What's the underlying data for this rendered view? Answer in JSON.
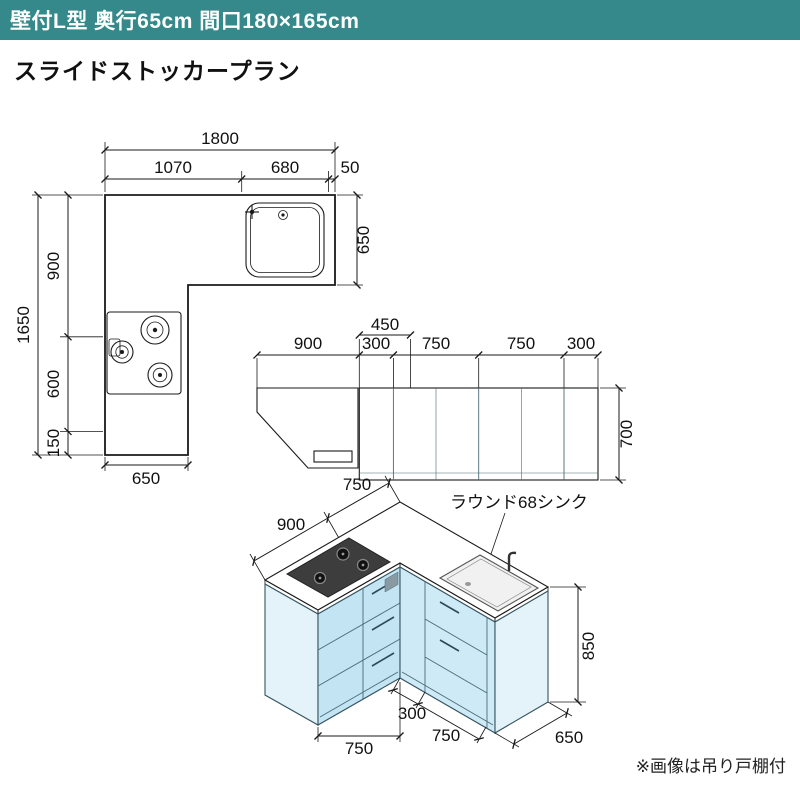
{
  "header": {
    "title": "壁付L型 奥行65cm 間口180×165cm"
  },
  "subtitle": "スライドストッカープラン",
  "note": "※画像は吊り戸棚付",
  "plan_view": {
    "total_width": "1800",
    "left_section": "1070",
    "sink_section": "680",
    "end_section": "50",
    "counter_depth": "650",
    "total_height": "1650",
    "upper_height": "900",
    "cooktop_height": "600",
    "lower_height": "150",
    "bottom_width": "650"
  },
  "elevation_view": {
    "hood_width": "900",
    "cabinet_1": "300",
    "corner_width": "450",
    "cabinet_2": "750",
    "cabinet_3": "750",
    "cabinet_4": "300",
    "cabinet_height": "700"
  },
  "iso_view": {
    "back_left": "900",
    "back_right": "750",
    "sink_label": "ラウンド68シンク",
    "counter_height": "850",
    "counter_depth": "650",
    "front_corner": "300",
    "front_sink": "750",
    "front_left": "750"
  },
  "colors": {
    "header_bg": "#35898b",
    "header_text": "#ffffff",
    "cabinet_fill": "#c9e8f6",
    "cabinet_front_left": "#c3e4f3",
    "cabinet_front_right": "#cfeaf7",
    "cabinet_end_panel": "#e4f2fa",
    "line": "#1a1a1a"
  }
}
